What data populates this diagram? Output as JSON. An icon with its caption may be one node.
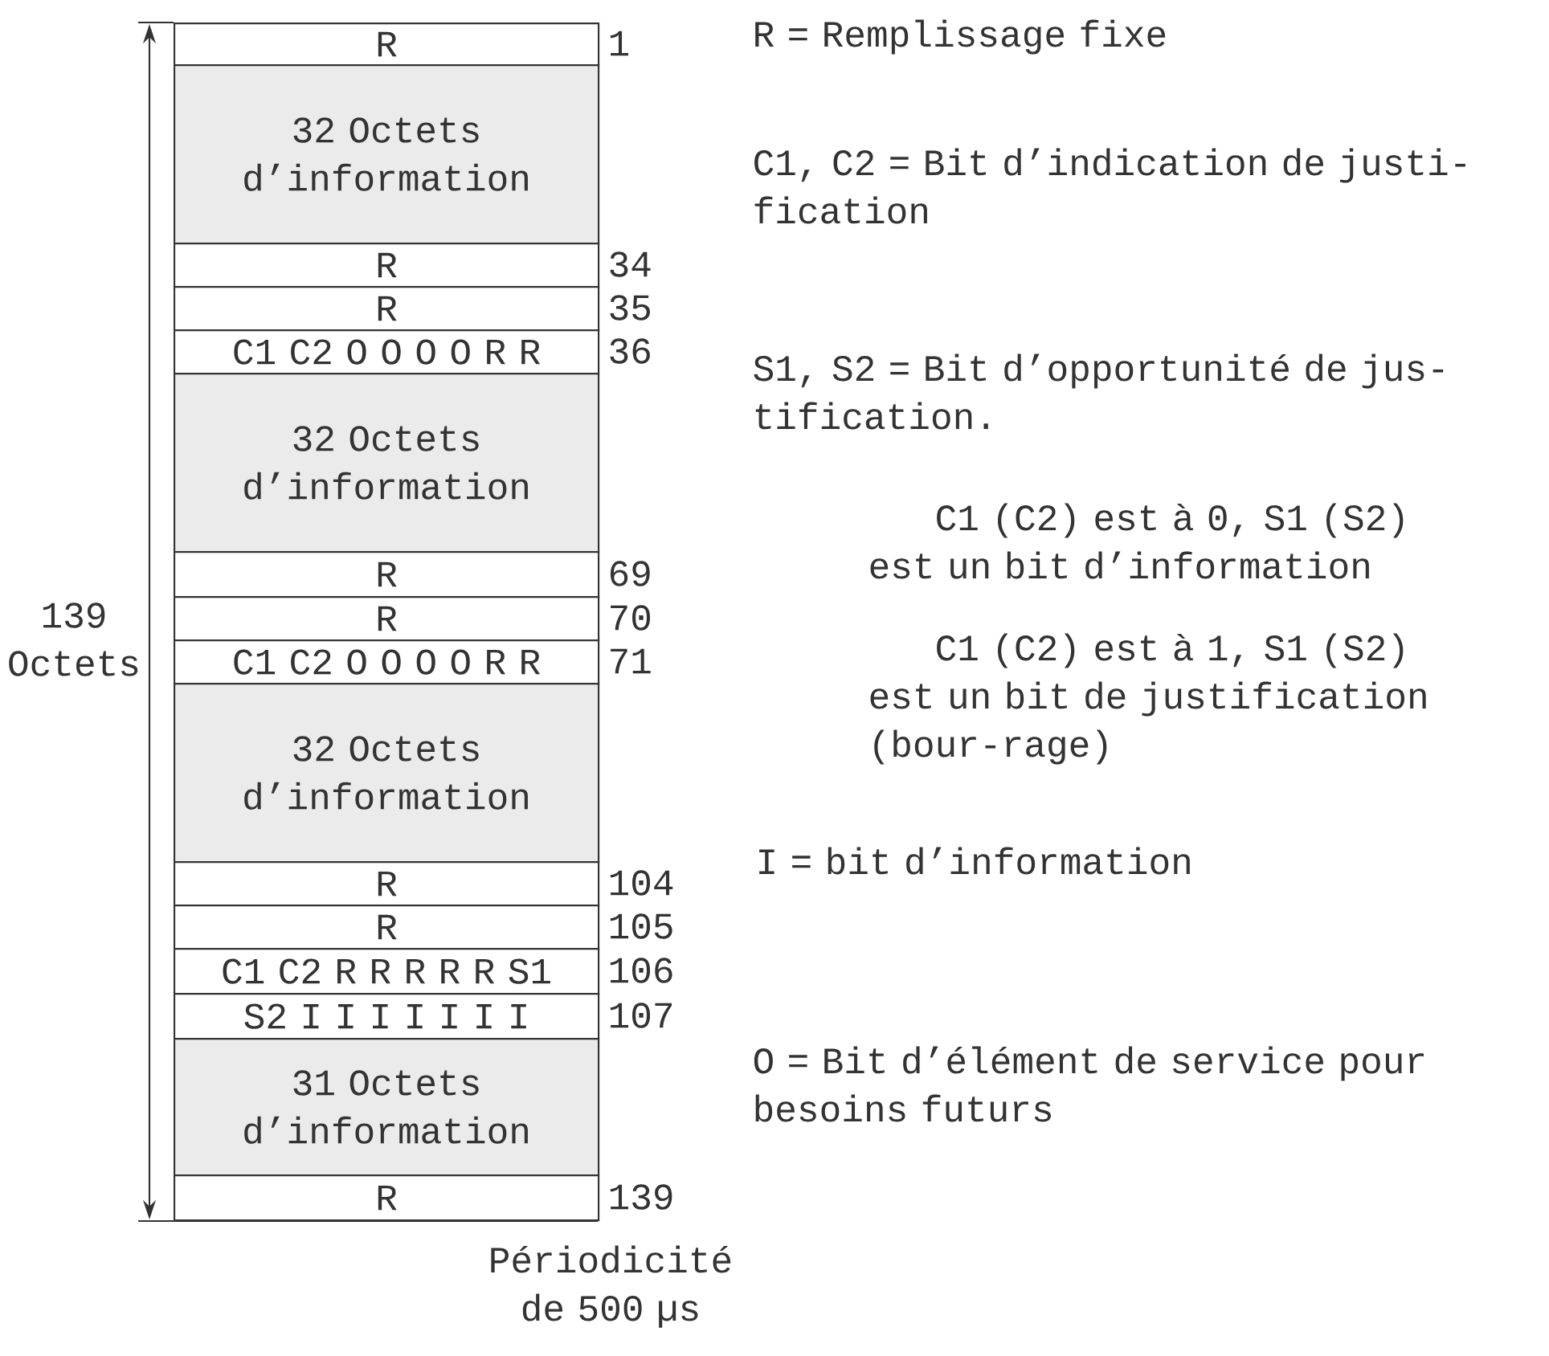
{
  "diagram": {
    "nodes": [
      {
        "text": [
          "R"
        ],
        "beside": [
          "1"
        ]
      },
      {
        "text": [
          "32 Octets d’information"
        ]
      },
      {
        "text": [
          "R"
        ],
        "beside": [
          "34"
        ]
      },
      {
        "text": [
          "R"
        ],
        "beside": [
          "35"
        ]
      },
      {
        "text": [
          "C1 C2 O O O O R R"
        ],
        "beside": [
          "36"
        ]
      },
      {
        "text": [
          "32 Octets d’information"
        ]
      },
      {
        "text": [
          "R"
        ],
        "beside": [
          "69"
        ]
      },
      {
        "text": [
          "R"
        ],
        "beside": [
          "70"
        ]
      },
      {
        "text": [
          "C1 C2 O O O O R R"
        ],
        "beside": [
          "71"
        ]
      },
      {
        "text": [
          "32 Octets d’information"
        ]
      },
      {
        "text": [
          "R"
        ],
        "beside": [
          "104"
        ]
      },
      {
        "text": [
          "R"
        ],
        "beside": [
          "105"
        ]
      },
      {
        "text": [
          "C1 C2 R R R R R S1"
        ],
        "beside": [
          "106"
        ]
      },
      {
        "text": [
          "S2 I I I I I I I"
        ],
        "beside": [
          "107"
        ]
      },
      {
        "text": [
          "31 Octets d’information"
        ]
      },
      {
        "text": [
          "R"
        ],
        "beside": [
          "139"
        ]
      }
    ],
    "labels": [
      "139 Octets",
      "R = Remplissage fixe",
      "C1, C2 = Bit d’indication de justi-fication",
      "S1, S2 = Bit d’opportunité de jus-tification.",
      "C1 (C2) est à 0, S1 (S2) est un bit d’information",
      "C1 (C2) est à 1, S1 (S2) est un bit de justification (bour-rage)",
      "I = bit d’information",
      "O = Bit d’élément de service pour besoins futurs",
      "Périodicité de 500 µs"
    ]
  }
}
